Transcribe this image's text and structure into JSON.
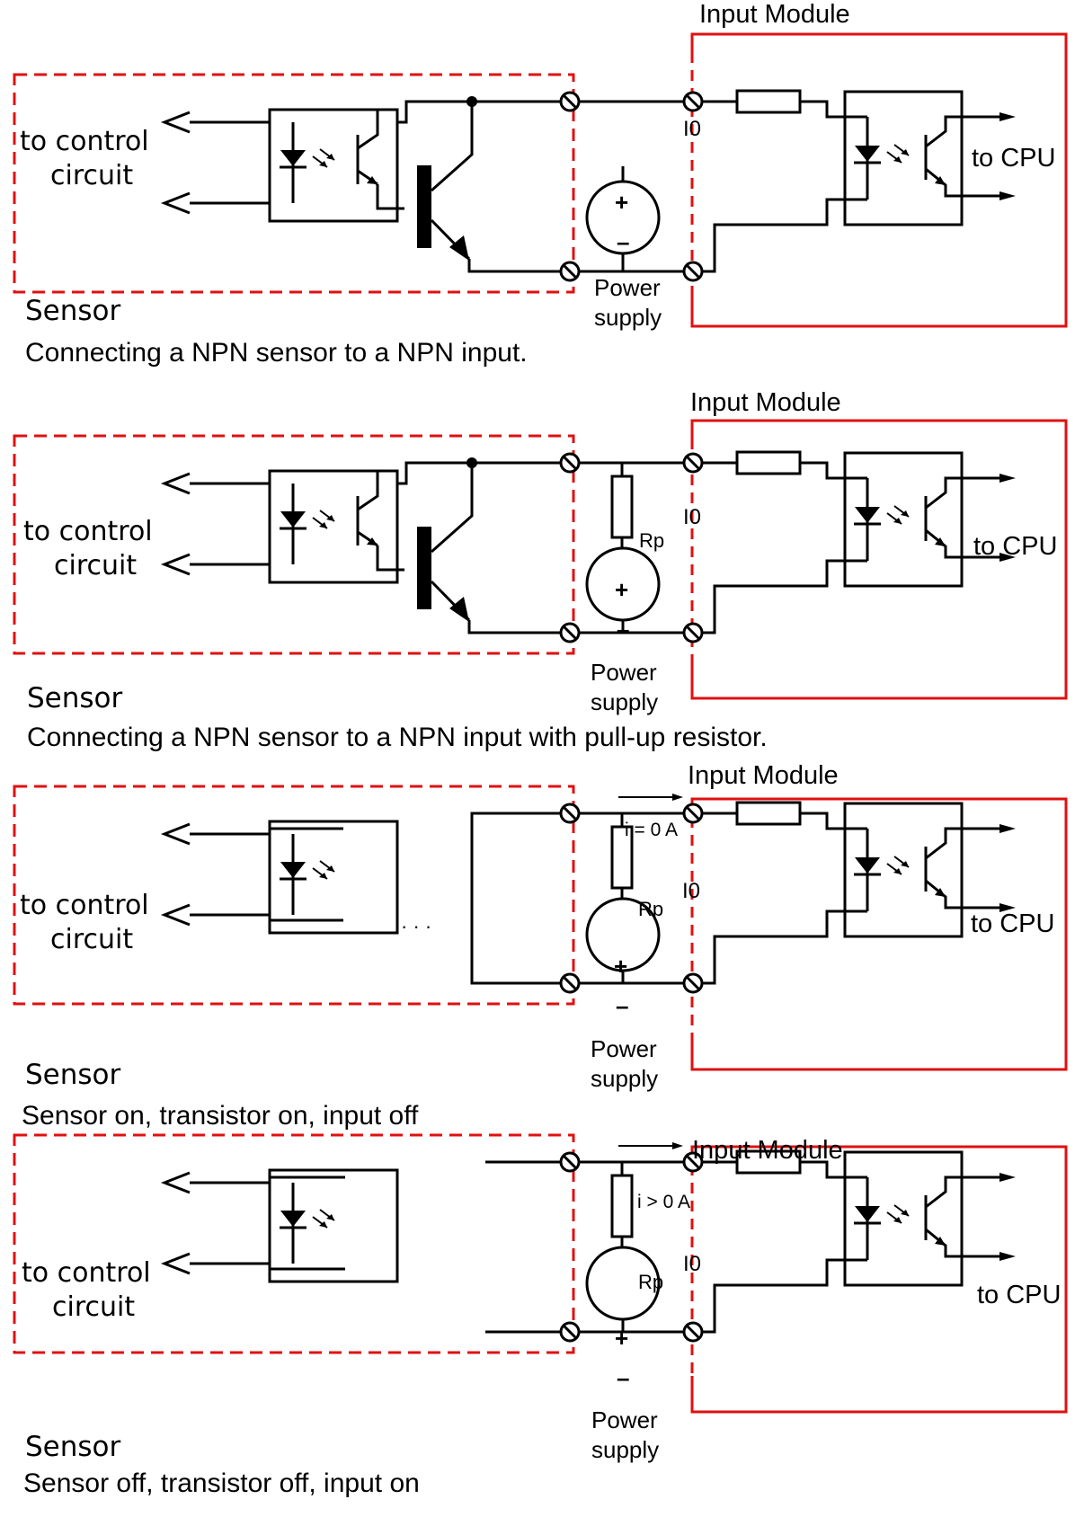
{
  "diagrams": [
    {
      "caption": "Connecting a NPN sensor to a NPN input.",
      "sensor_label": "Sensor",
      "control_line1": "to control",
      "control_line2": "circuit",
      "module_title": "Input Module",
      "terminal_label": "I0",
      "supply_line1": "Power",
      "supply_line2": "supply",
      "cpu_label": "to CPU",
      "plus": "+",
      "minus": "–"
    },
    {
      "caption": "Connecting a NPN sensor to a NPN input with pull-up resistor.",
      "sensor_label": "Sensor",
      "control_line1": "to control",
      "control_line2": "circuit",
      "module_title": "Input Module",
      "terminal_label": "I0",
      "resistor_label": "Rp",
      "supply_line1": "Power",
      "supply_line2": "supply",
      "cpu_label": "to CPU",
      "plus": "+",
      "minus": "–"
    },
    {
      "caption": "Sensor on, transistor on, input off",
      "sensor_label": "Sensor",
      "control_line1": "to control",
      "control_line2": "circuit",
      "module_title": "Input Module",
      "terminal_label": "I0",
      "resistor_label": "Rp",
      "current_label": "i = 0 A",
      "ellipsis": "· · ·",
      "supply_line1": "Power",
      "supply_line2": "supply",
      "cpu_label": "to CPU",
      "plus": "+",
      "minus": "–"
    },
    {
      "caption": "Sensor off, transistor off, input on",
      "sensor_label": "Sensor",
      "control_line1": "to control",
      "control_line2": "circuit",
      "module_title": "Input Module",
      "terminal_label": "I0",
      "resistor_label": "Rp",
      "current_label": "i > 0 A",
      "supply_line1": "Power",
      "supply_line2": "supply",
      "cpu_label": "to CPU",
      "plus": "+",
      "minus": "–"
    }
  ]
}
